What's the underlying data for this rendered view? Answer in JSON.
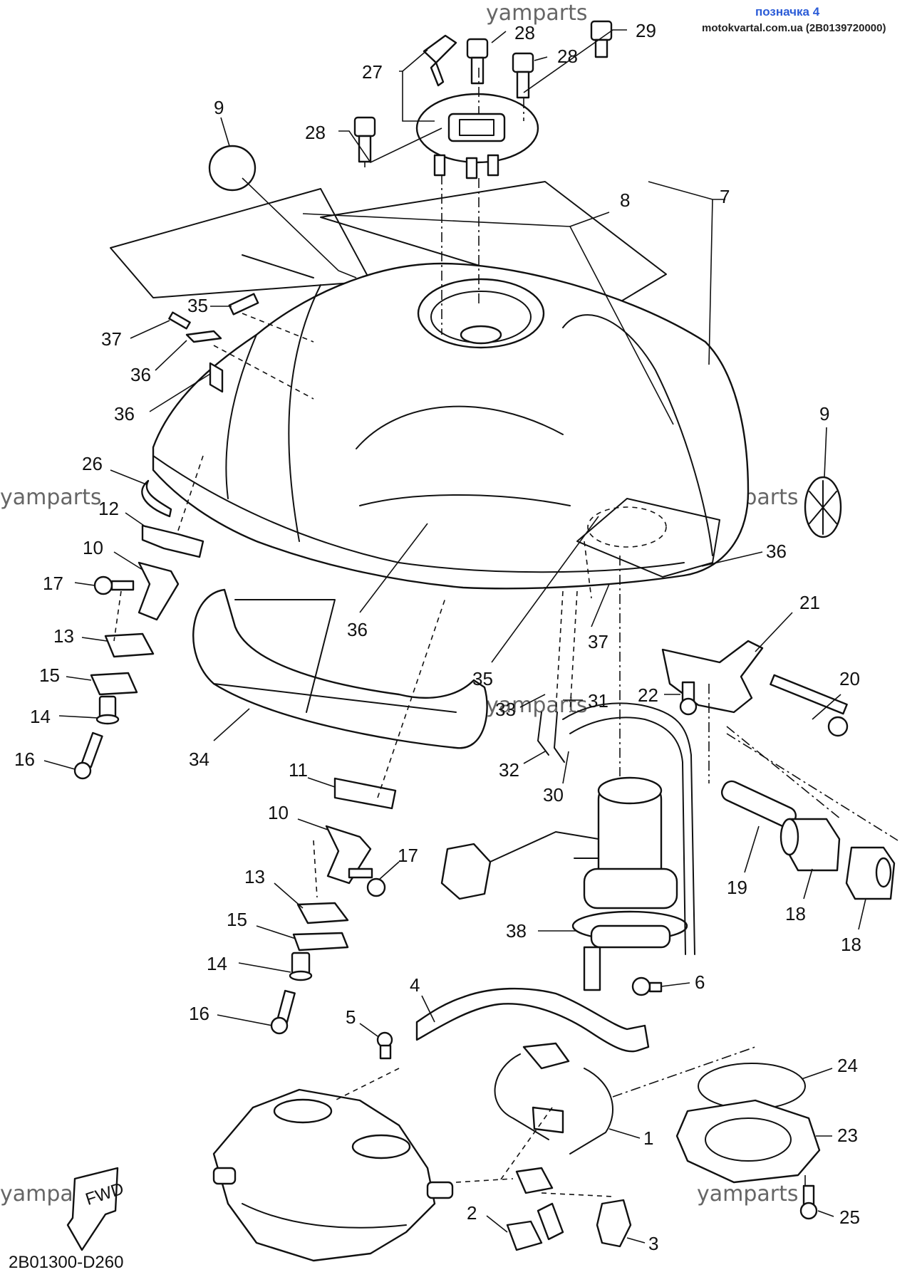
{
  "header": {
    "note": "позначка 4",
    "site": "motokvartal.com.ua (2B0139720000)"
  },
  "watermark": "yamparts",
  "drawing_code": "2B01300-D260",
  "fwd_label": "FWD",
  "callouts": {
    "c1": "1",
    "c2": "2",
    "c3": "3",
    "c4": "4",
    "c5": "5",
    "c6": "6",
    "c7": "7",
    "c8": "8",
    "c9a": "9",
    "c9b": "9",
    "c10a": "10",
    "c10b": "10",
    "c11": "11",
    "c12": "12",
    "c13a": "13",
    "c13b": "13",
    "c14a": "14",
    "c14b": "14",
    "c15a": "15",
    "c15b": "15",
    "c16a": "16",
    "c16b": "16",
    "c17a": "17",
    "c17b": "17",
    "c18a": "18",
    "c18b": "18",
    "c19": "19",
    "c20": "20",
    "c21": "21",
    "c22": "22",
    "c23": "23",
    "c24": "24",
    "c25": "25",
    "c26": "26",
    "c27": "27",
    "c28a": "28",
    "c28b": "28",
    "c28c": "28",
    "c29": "29",
    "c30": "30",
    "c31": "31",
    "c32": "32",
    "c33": "33",
    "c34": "34",
    "c35a": "35",
    "c35b": "35",
    "c36a": "36",
    "c36b": "36",
    "c36c": "36",
    "c36d": "36",
    "c37a": "37",
    "c37b": "37",
    "c38": "38"
  }
}
